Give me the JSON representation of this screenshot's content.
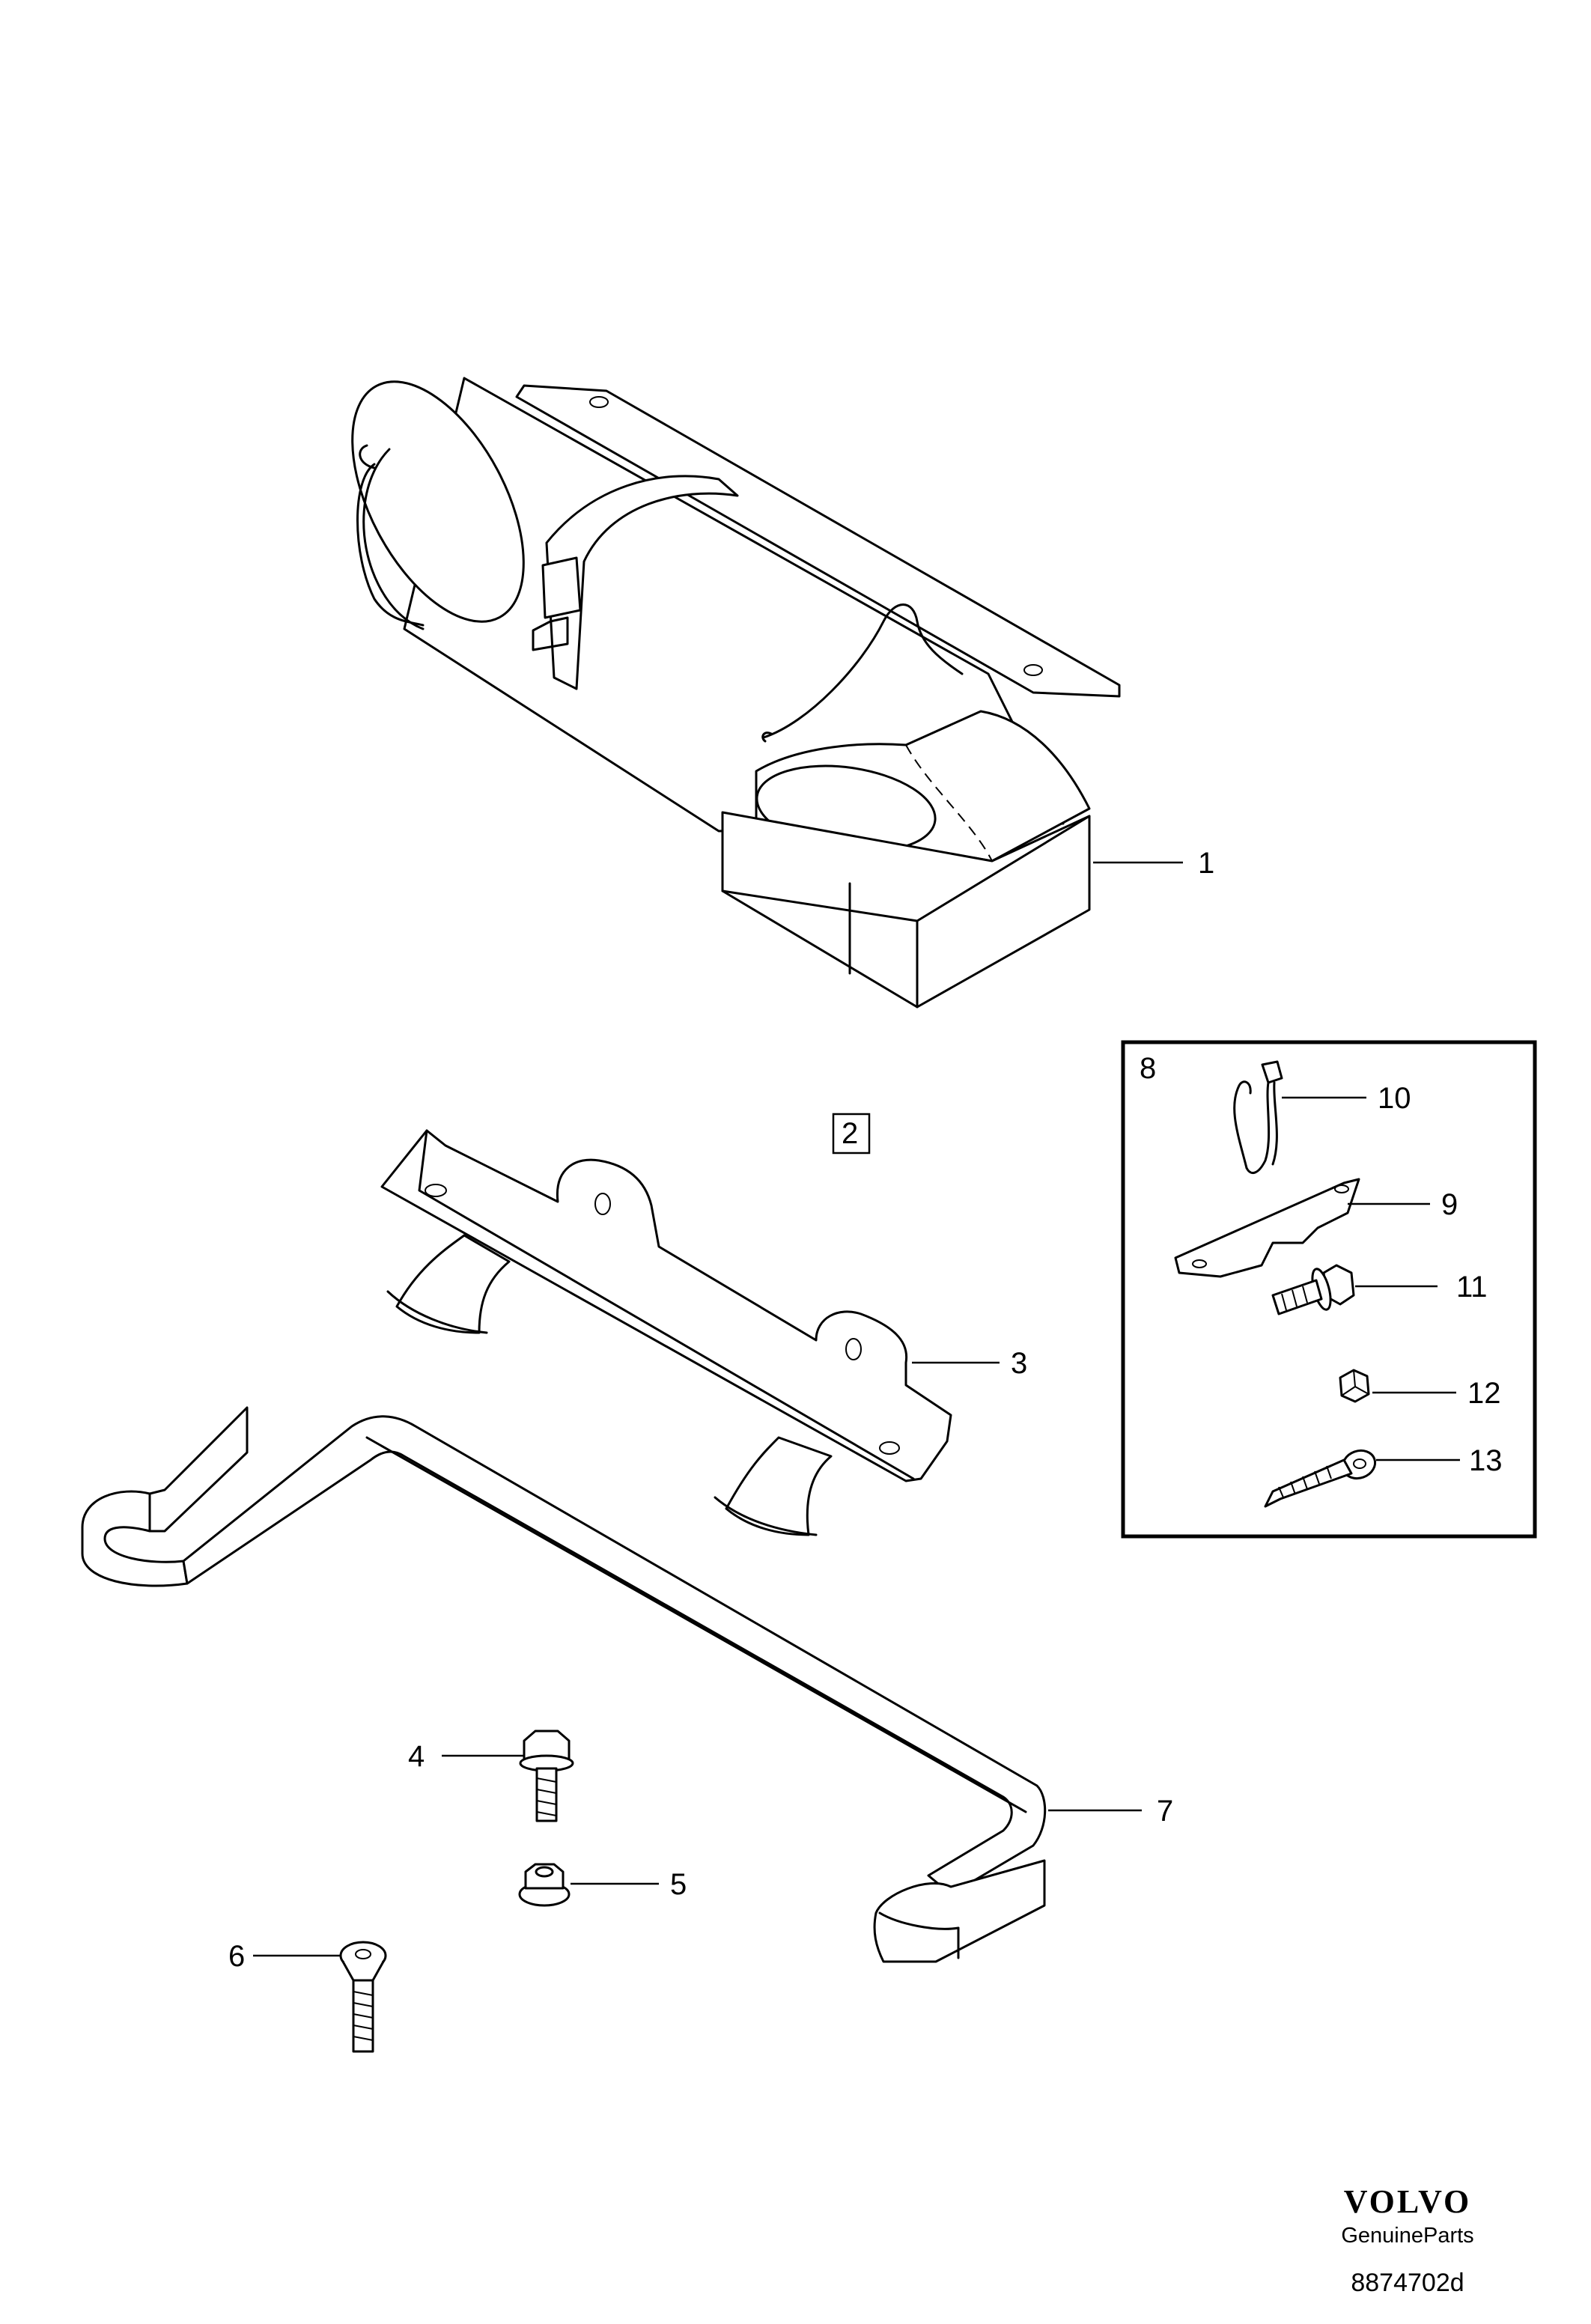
{
  "diagram": {
    "callouts": {
      "c1": "1",
      "c2": "2",
      "c3": "3",
      "c4": "4",
      "c5": "5",
      "c6": "6",
      "c7": "7",
      "c8": "8",
      "c9": "9",
      "c10": "10",
      "c11": "11",
      "c12": "12",
      "c13": "13"
    },
    "branding": {
      "logo": "VOLVO",
      "subtitle": "GenuineParts",
      "code": "8874702d"
    }
  }
}
